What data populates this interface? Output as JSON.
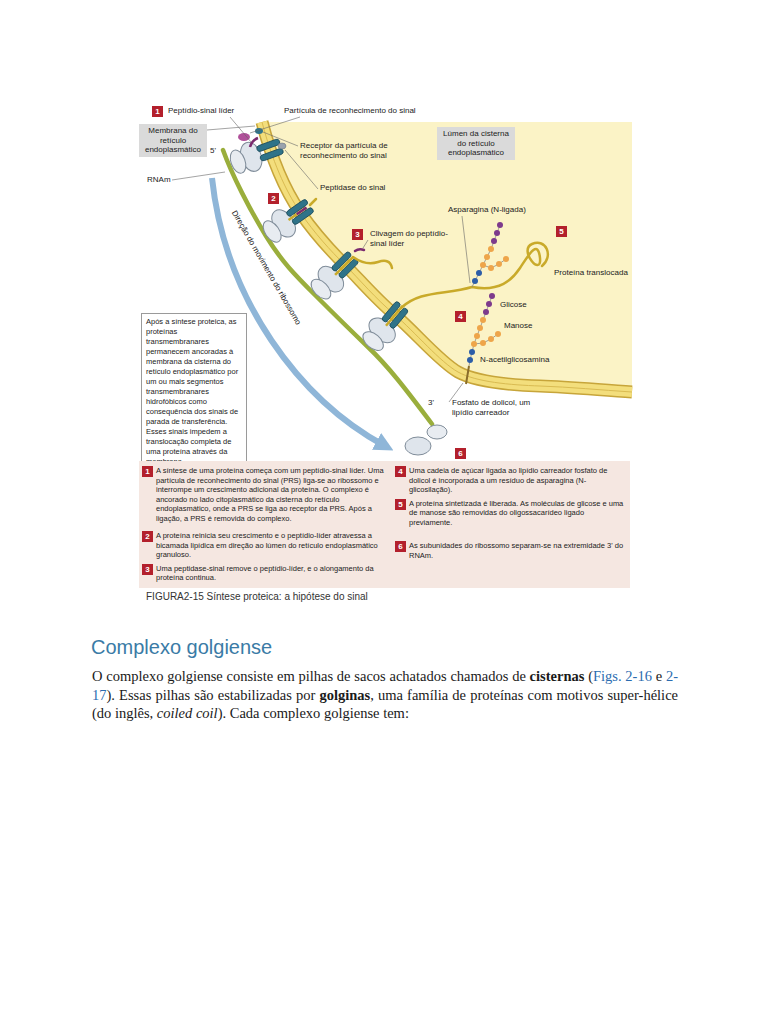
{
  "diagram": {
    "title": "Complexo golgiense",
    "caption": "FIGURA2-15 Síntese proteica: a hipótese do sinal",
    "nodes": [
      {
        "text": [
          "1"
        ]
      },
      {
        "text": [
          "Membrana do retículo endoplasmático"
        ]
      },
      {
        "text": [
          "Lúmen da cisterna do retículo endoplasmático"
        ]
      },
      {
        "text": [
          "2"
        ]
      },
      {
        "text": [
          "3"
        ]
      },
      {
        "text": [
          "5"
        ]
      },
      {
        "text": [
          "4"
        ]
      },
      {
        "text": [
          "Após a síntese proteica, as proteínas transmembranares permanecem ancoradas à membrana da cisterna do retículo endoplasmático por um ou mais segmentos transmembranares hidrofóbicos como consequência dos sinais de parada de transferência. Esses sinais impedem a translocação completa de uma proteína através da membrana."
        ]
      },
      {
        "text": [
          "6"
        ]
      },
      {
        "text": [
          "A síntese de uma proteína começa com um peptídio-sinal líder. Uma partícula de reconhecimento do sinal (PRS) liga-se ao ribossomo e interrompe um crescimento adicional da proteína. O complexo é ancorado no lado citoplasmático da cisterna do retículo endoplasmático, onde a PRS se liga ao receptor da PRS. Após a ligação, a PRS é removida do complexo.",
          "A proteína reinicia seu crescimento e o peptídio-líder atravessa a bicamada lipídica em direção ao lúmen do retículo endoplasmático granuloso.",
          "Uma peptidase-sinal remove o peptídio-líder, e o alongamento da proteína continua.",
          "Uma cadeia de açúcar ligada ao lipídio carreador fosfato de dolicol é incorporada a um resíduo de asparagina (N-glicosilação).",
          "A proteína sintetizada é liberada. As moléculas de glicose e uma de manose são removidas do oligossacarídeo ligado previamente.",
          "As subunidades do ribossomo separam-se na extremidade 3' do RNAm."
        ]
      },
      {
        "text": [
          "1"
        ],
        "in": 9
      },
      {
        "text": [
          "2"
        ],
        "in": 9
      },
      {
        "text": [
          "3"
        ],
        "in": 9
      },
      {
        "text": [
          "4"
        ],
        "in": 9
      },
      {
        "text": [
          "5"
        ],
        "in": 9
      },
      {
        "text": [
          "6"
        ],
        "in": 9
      }
    ],
    "labels": [
      "Peptídio-sinal líder",
      "Partícula de reconhecimento do sinal",
      "5'",
      "RNAm",
      "Receptor da partícula de reconhecimento do sinal",
      "Peptidase do sinal",
      "Direção do movimento do ribossomo",
      "Clivagem do peptídio-sinal líder",
      "Asparagina (N-ligada)",
      "Proteína translocada",
      "Glicose",
      "Manose",
      "N-acetilglicosamina",
      "Fosfato de dolicol, um lipídio carreador",
      "3'",
      "O complexo golgiense consiste em pilhas de sacos achatados chamados de",
      "cisternas",
      "(",
      "Figs. 2-16",
      "e",
      "2-17",
      "). Essas pilhas são estabilizadas por",
      "golginas",
      ", uma família de proteínas com motivos super-hélice (do inglês,",
      "coiled coil",
      "). Cada complexo golgiense tem:"
    ]
  }
}
